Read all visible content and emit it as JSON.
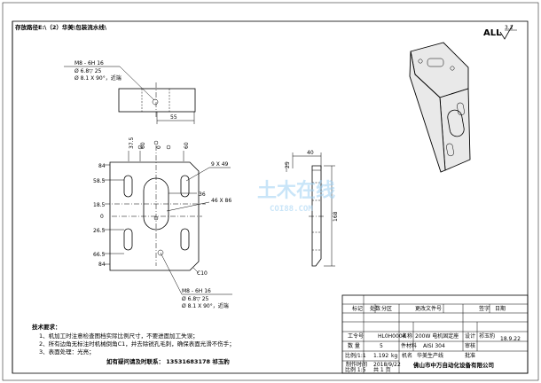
{
  "header": {
    "path_label": "存放路径E:\\（2）华美\\包装流水线\\",
    "surface_finish_symbol": "ALL",
    "roughness_value": "3.2"
  },
  "top_view": {
    "thread_note": "M8 - 6H 16",
    "hole_note": "Ø 6.8▽ 25",
    "countersink_note": "Ø 8.1 X 90°，近端",
    "dim_width": "55"
  },
  "front_view": {
    "dims_top": [
      "37.5",
      "60",
      "0",
      "60"
    ],
    "dims_left": [
      "84",
      "58.5",
      "18.5",
      "0",
      "26.5",
      "66.5",
      "84"
    ],
    "slot_note": "9 X 49",
    "slot_width": "36",
    "slot_size": "46 X 86",
    "corner_chamfer": "C10",
    "bottom_thread_note": "M8 - 6H 16",
    "bottom_hole_note": "Ø 6.8▽ 25",
    "bottom_countersink_note": "Ø 8.1 X 90°，近端"
  },
  "side_view": {
    "dim_40": "40",
    "dim_25": "25",
    "dim_168": "168"
  },
  "watermark": {
    "brand": "土木在线",
    "url": "COI88.COM"
  },
  "tech_requirements": {
    "title": "技术要求：",
    "lines": [
      "1、机加工时注意检查图档实际比例尺寸，不要进面加工失误；",
      "2、所有边角无标注时机械倒角C1，并去除锐孔毛刺，确保表面光滑不伤手；",
      "3、表面处理：光亮；"
    ],
    "contact": "如有疑问请及时联系：  13531683178   祁玉豹"
  },
  "title_block": {
    "revision_headers": [
      "标记",
      "处数",
      "分区",
      "更改文件号",
      "签字",
      "日期"
    ],
    "part_no_label": "工令号",
    "part_no": "HL0H0004",
    "name_label": "名称",
    "name_value": "200W 电机固定座",
    "design_label": "设计",
    "designer": "祁玉豹",
    "design_date": "18.9.22",
    "qty_label": "数 量",
    "qty_value": "5",
    "unit_label": "件",
    "material_label": "材料",
    "material_value": "AISI 304",
    "review_label": "审核",
    "scale_label": "比例/1:1",
    "weight_value": "1.192",
    "weight_unit": "kg",
    "machine_label": "机名",
    "machine_value": "华美生产线",
    "approve_label": "批准",
    "drawn_label": "制作时间",
    "drawn_date": "2018/9/22",
    "scale_small": "比例 1:5",
    "sheet_label": "共 1 页",
    "company": "佛山市中万自动化设备有限公司"
  }
}
